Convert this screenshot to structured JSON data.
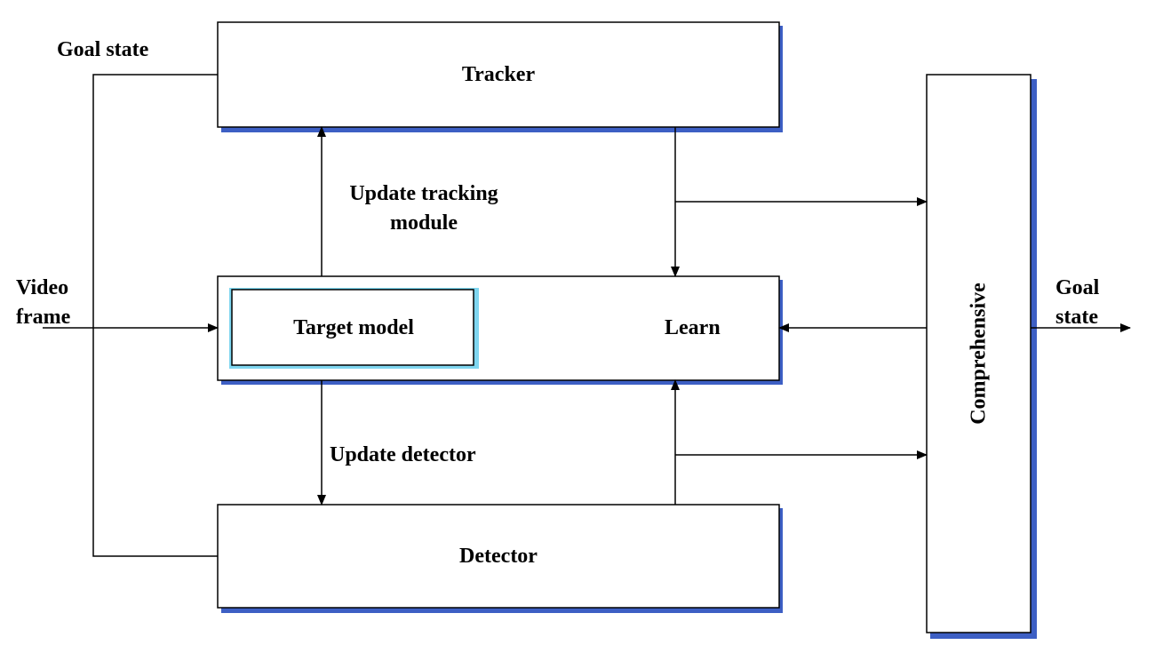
{
  "colors": {
    "box_border": "#000000",
    "box_shadow": "#3d5fc4",
    "inner_shadow": "#7fd6f0",
    "text": "#000000"
  },
  "boxes": {
    "tracker": "Tracker",
    "learn": "Learn",
    "target_model": "Target model",
    "detector": "Detector",
    "comprehensive": "Comprehensive"
  },
  "labels": {
    "goal_state_top": "Goal state",
    "update_tracking_line1": "Update tracking",
    "update_tracking_line2": "module",
    "update_detector": "Update detector",
    "video_line1": "Video",
    "video_line2": "frame",
    "goal_right_line1": "Goal",
    "goal_right_line2": "state"
  }
}
